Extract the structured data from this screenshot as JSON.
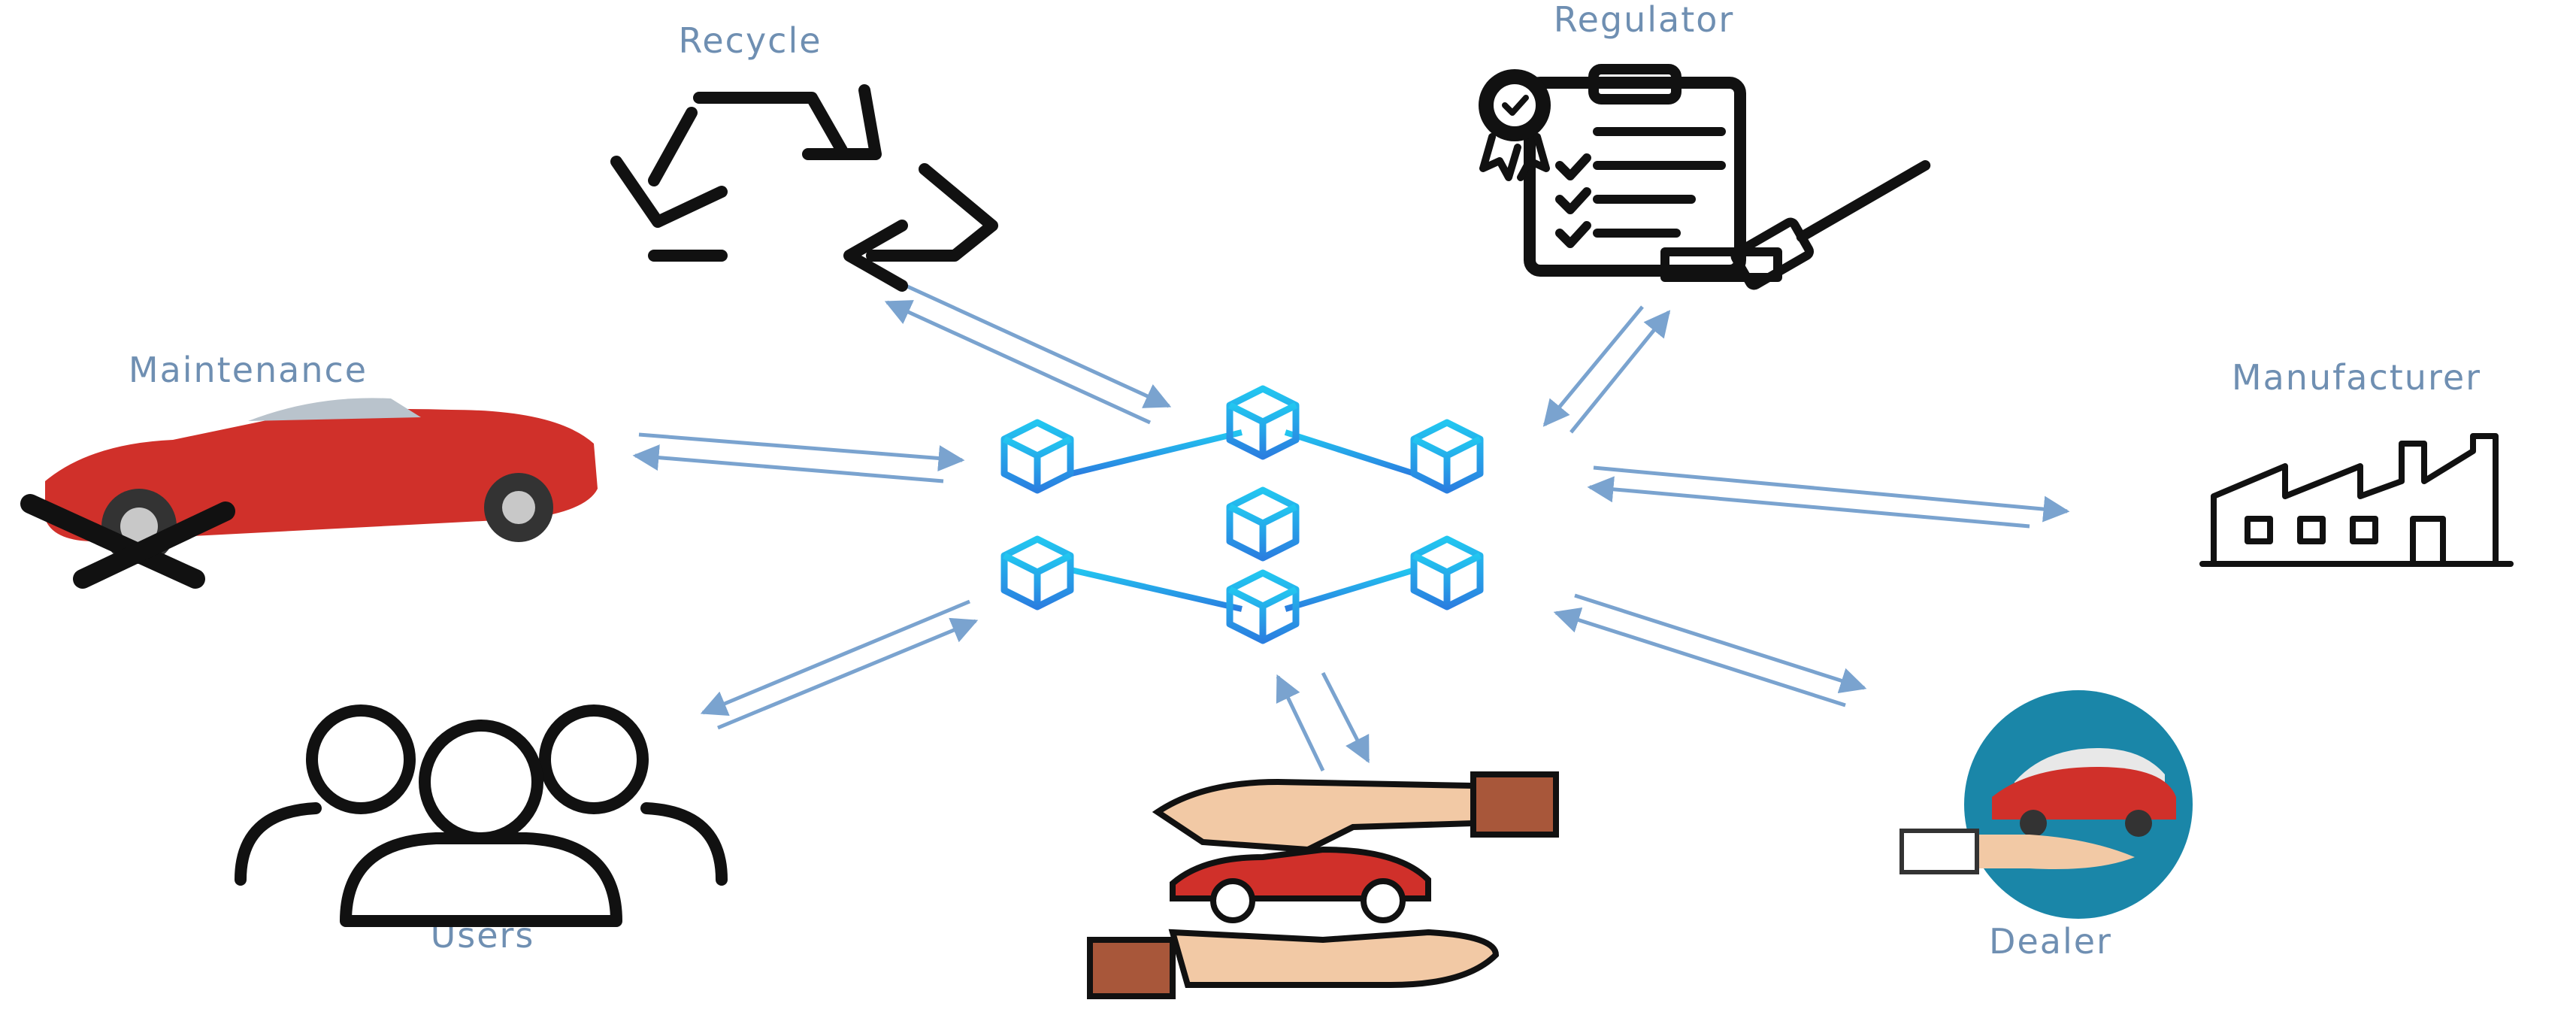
{
  "nodes": {
    "recycle": {
      "label": "Recycle",
      "icon": "recycle-icon"
    },
    "regulator": {
      "label": "Regulator",
      "icon": "regulator-clipboard-icon"
    },
    "maintenance": {
      "label": "Maintenance",
      "icon": "car-repair-icon"
    },
    "manufacturer": {
      "label": "Manufacturer",
      "icon": "factory-icon"
    },
    "users": {
      "label": "Users",
      "icon": "users-icon"
    },
    "dealer": {
      "label": "Dealer",
      "icon": "dealer-car-icon"
    },
    "car_exchange": {
      "label": "",
      "icon": "car-handover-icon"
    }
  },
  "hub": {
    "icon": "blockchain-network-icon"
  },
  "colors": {
    "label_text": "#6f8fb2",
    "arrow": "#7aa3cf",
    "blockchain_top": "#22c6f0",
    "blockchain_bottom": "#2a7fe0",
    "car_red": "#d0302a",
    "dealer_circle": "#1a86a8",
    "skin": "#f2c9a5"
  }
}
